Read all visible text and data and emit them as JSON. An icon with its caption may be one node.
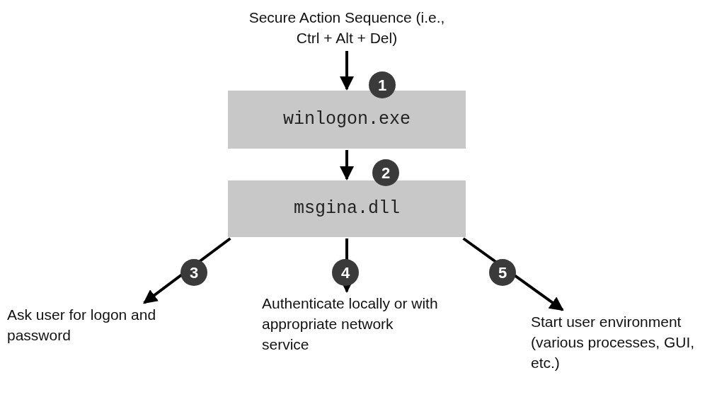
{
  "diagram": {
    "nodes": [
      {
        "text": [
          "Secure Action Sequence (i.e., Ctrl + Alt + Del)"
        ]
      },
      {
        "text": [
          "winlogon.exe"
        ]
      },
      {
        "text": [
          "msgina.dll"
        ]
      },
      {
        "text": [
          "Ask user for logon and password"
        ]
      },
      {
        "text": [
          "Authenticate locally or with appropriate network service"
        ]
      },
      {
        "text": [
          "Start user environment (various processes, GUI, etc.)"
        ]
      }
    ],
    "edges": [
      {
        "from": 0,
        "to": 1,
        "arrow": "to",
        "label": "1"
      },
      {
        "from": 1,
        "to": 2,
        "arrow": "to",
        "label": "2"
      },
      {
        "from": 2,
        "to": 3,
        "arrow": "to",
        "label": "3"
      },
      {
        "from": 2,
        "to": 4,
        "arrow": "to",
        "label": "4"
      },
      {
        "from": 2,
        "to": 5,
        "arrow": "to",
        "label": "5"
      }
    ]
  }
}
